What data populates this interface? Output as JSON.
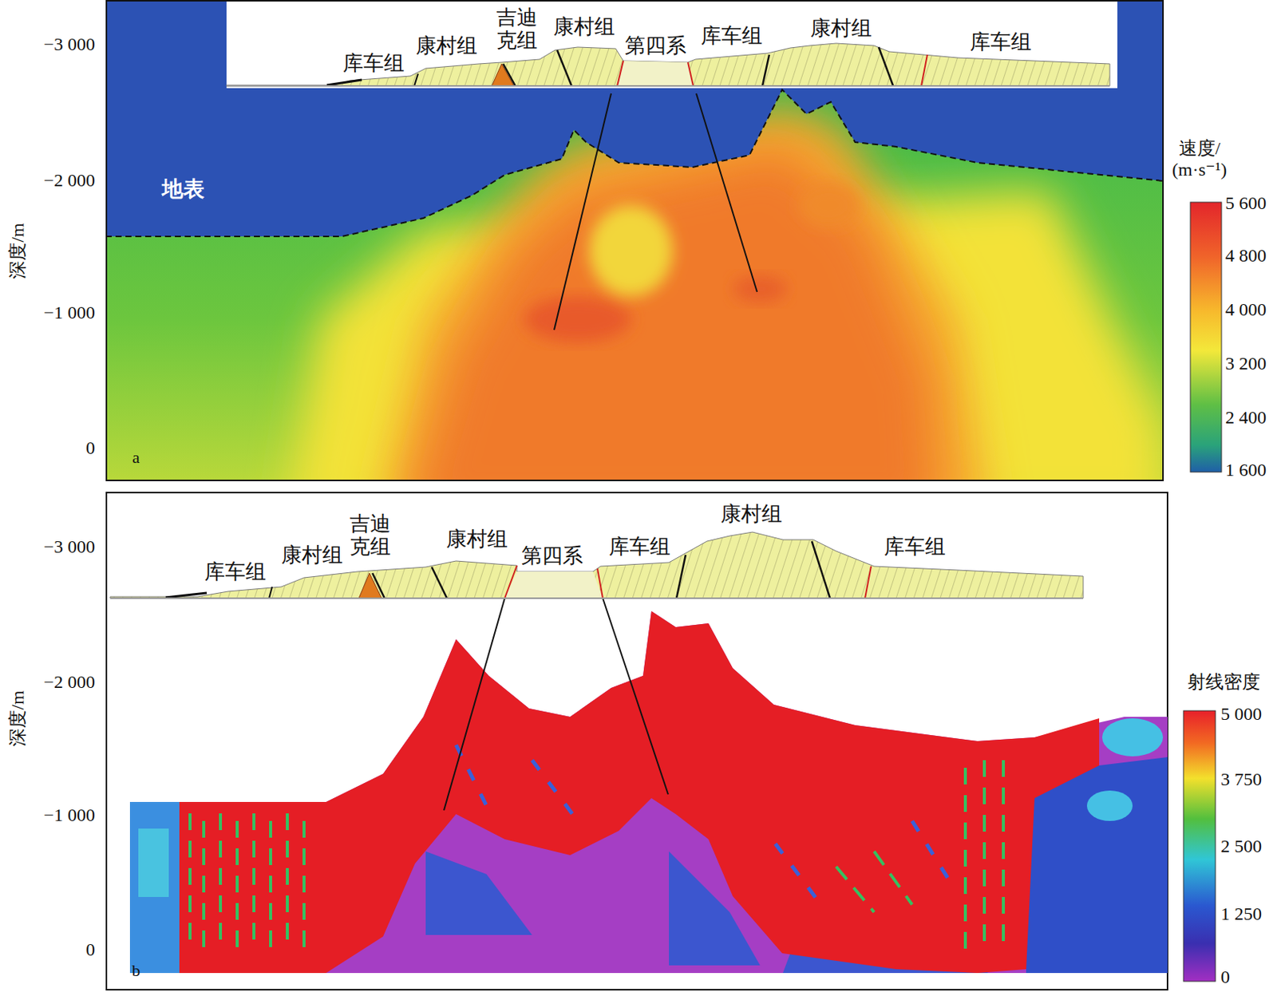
{
  "diagram": {
    "labels": [
      "−3 000",
      "−2 000",
      "−1 000",
      "0",
      "深度/m",
      "库车组",
      "康村组",
      "吉迪 克组",
      "康村组",
      "第四系",
      "库车组",
      "康村组",
      "库车组",
      "地表",
      "a",
      "速度/ (m·s⁻¹)",
      "5 600",
      "4 800",
      "4 000",
      "3 200",
      "2 400",
      "1 600",
      "−3 000",
      "−2 000",
      "−1 000",
      "0",
      "深度/m",
      "库车组",
      "康村组",
      "吉迪 克组",
      "康村组",
      "第四系",
      "库车组",
      "康村组",
      "库车组",
      "b",
      "射线密度",
      "5 000",
      "3 750",
      "2 500",
      "1 250",
      "0"
    ]
  }
}
